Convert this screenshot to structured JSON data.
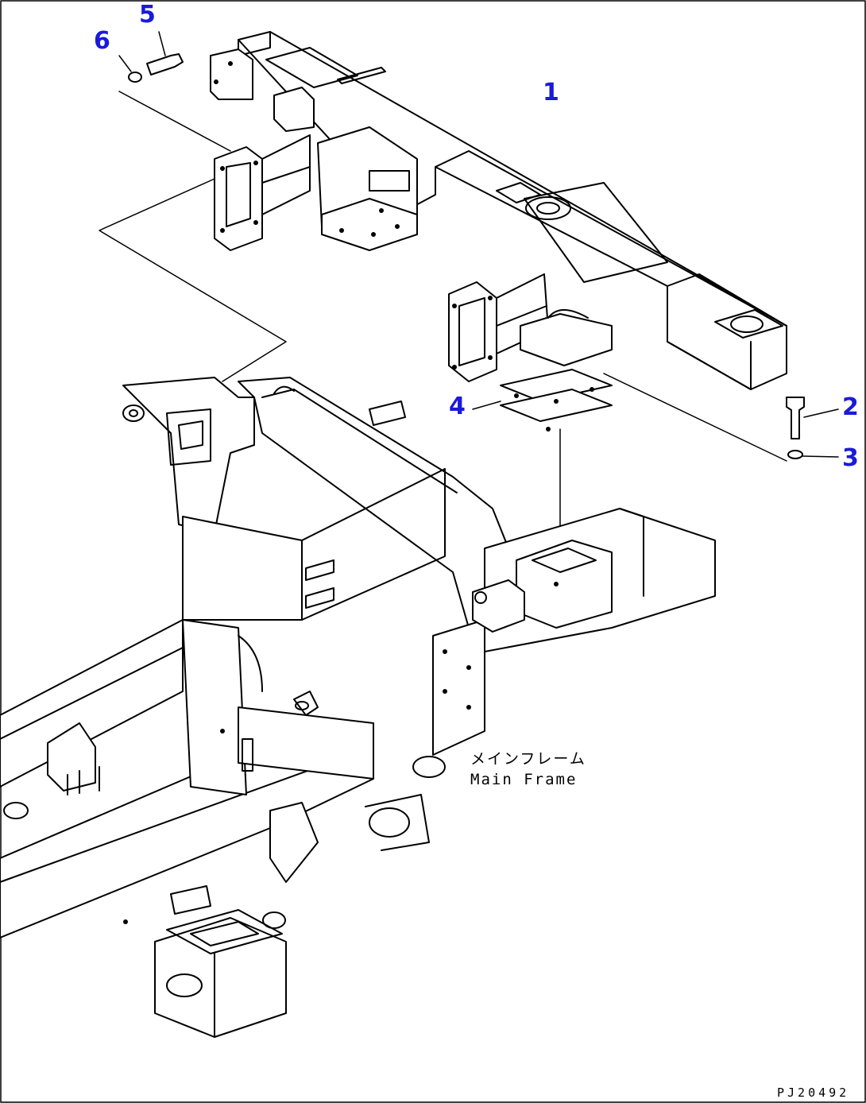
{
  "callouts": [
    {
      "id": "1",
      "label": "1"
    },
    {
      "id": "2",
      "label": "2"
    },
    {
      "id": "3",
      "label": "3"
    },
    {
      "id": "4",
      "label": "4"
    },
    {
      "id": "5",
      "label": "5"
    },
    {
      "id": "6",
      "label": "6"
    }
  ],
  "callout_color": "#1a1adc",
  "frame_label_jp": "メインフレーム",
  "frame_label_en": "Main Frame",
  "drawing_code": "PJ20492"
}
